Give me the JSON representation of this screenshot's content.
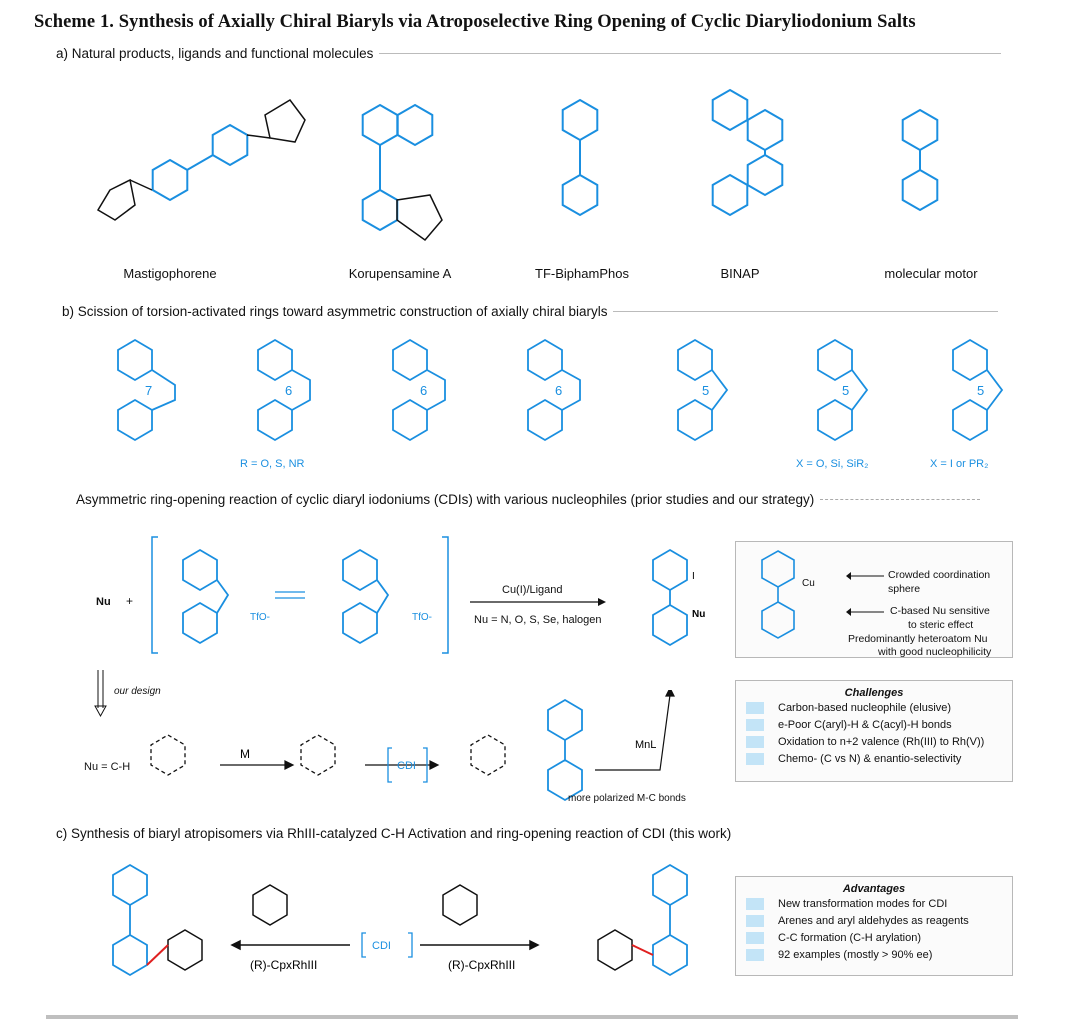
{
  "title": "Scheme 1. Synthesis of Axially Chiral Biaryls via Atroposelective Ring Opening of Cyclic Diaryliodonium Salts",
  "section_a": {
    "heading": "a) Natural products, ligands and functional molecules",
    "names": [
      "Mastigophorene",
      "Korupensamine A",
      "TF-BiphamPhos",
      "BINAP",
      "molecular motor"
    ]
  },
  "section_b": {
    "heading": "b) Scission of torsion-activated rings toward asymmetric construction of axially chiral biaryls",
    "notes": [
      "R = O, S, NR",
      "X = O, Si, SiR₂",
      "X = I or PR₂"
    ],
    "ring_sizes": [
      "7",
      "6",
      "6",
      "6",
      "5",
      "5",
      "5"
    ]
  },
  "section_mid": {
    "heading": "Asymmetric ring-opening reaction of cyclic diaryl iodoniums (CDIs) with various nucleophiles (prior studies and our strategy)",
    "nu_label": "Nu",
    "plus": "+",
    "counterion": "TfO-",
    "catalyst": "Cu(I)/Ligand",
    "nu_scope": "Nu = N, O, S, Se, halogen",
    "info_lines": [
      "Crowded coordination",
      "sphere",
      "C-based Nu sensitive",
      "to steric effect",
      "Predominantly heteroatom Nu",
      "with good nucleophilicity"
    ],
    "our_design": "our design",
    "nu_ch": "Nu = C-H",
    "metal": "M",
    "cdi": "CDI",
    "mnl": "MnL",
    "polarized": "more polarized M-C bonds",
    "challenges_title": "Challenges",
    "challenges": [
      "Carbon-based nucleophile (elusive)",
      "e-Poor C(aryl)-H & C(acyl)-H bonds",
      "Oxidation to n+2 valence (Rh(III) to Rh(V))",
      "Chemo- (C vs N) & enantio-selectivity"
    ]
  },
  "section_c": {
    "heading": "c) Synthesis of biaryl atropisomers via RhIII-catalyzed C-H Activation and ring-opening reaction of CDI (this work)",
    "cdi": "CDI",
    "catalyst_left": "(R)-CpxRhIII",
    "catalyst_right": "(R)-CpxRhIII",
    "advantages_title": "Advantages",
    "advantages": [
      "New transformation modes for CDI",
      "Arenes and aryl aldehydes as reagents",
      "C-C formation (C-H arylation)",
      "92 examples (mostly > 90% ee)"
    ]
  },
  "colors": {
    "blue": "#1a8fe0",
    "red": "#e02020",
    "black": "#111111",
    "box_bullet": "#c3e4f7"
  }
}
